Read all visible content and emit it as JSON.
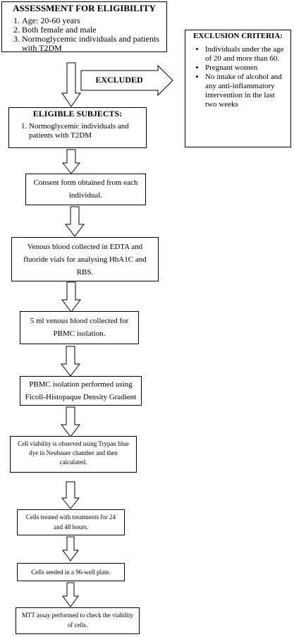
{
  "assessment": {
    "title": "ASSESSMENT FOR ELIGIBILITY",
    "items": [
      "Age: 20-60 years",
      "Both female and male",
      "Normoglycemic individuals and patients with T2DM"
    ]
  },
  "exclusion": {
    "title": "EXCLUSION CRITERIA:",
    "items": [
      "Individuals under the age of 20 and more than 60.",
      "Pregnant women",
      "No intake of alcohol and any anti-inflammatory intervention in the last two weeks"
    ]
  },
  "excluded_label": "EXCLUDED",
  "eligible": {
    "title": "ELIGIBLE SUBJECTS:",
    "items": [
      "Normoglycemic individuals and patients with T2DM"
    ]
  },
  "steps": [
    "Consent form obtained from each individual.",
    "Venous blood collected in EDTA and fluoride vials for analysing HbA1C and RBS.",
    "5 ml venous blood collected for PBMC isolation.",
    "PBMC isolation performed using Ficoll-Histopaque Density Gradient",
    "Cell viability is observed using Trypan blue dye in Neubauer chamber and then calculated.",
    "Cells treated with treatments for 24 and 48 hours.",
    "Cells seeded in a 96-well plate.",
    "MTT assay performed to check the viability of cells."
  ]
}
